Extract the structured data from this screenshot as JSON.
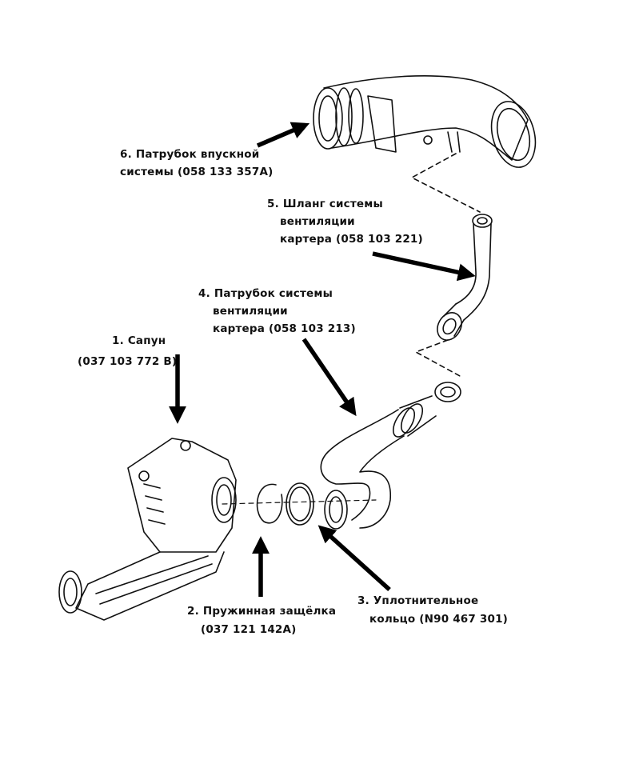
{
  "labels": {
    "part1": {
      "title": "1. Сапун",
      "code": "(037 103 772 B)"
    },
    "part2": {
      "title": "2. Пружинная защёлка",
      "code": "(037 121 142A)"
    },
    "part3": {
      "title": "3. Уплотнительное",
      "line2": "кольцо (N90 467 301)"
    },
    "part4": {
      "num": "4.",
      "title": "Патрубок системы",
      "line2": "вентиляции",
      "line3": "картера (058 103 213)"
    },
    "part5": {
      "num": "5.",
      "title": "Шланг системы",
      "line2": "вентиляции",
      "line3": "картера (058 103 221)"
    },
    "part6": {
      "title": "6. Патрубок впускной",
      "line2": "системы (058 133 357A)"
    }
  }
}
